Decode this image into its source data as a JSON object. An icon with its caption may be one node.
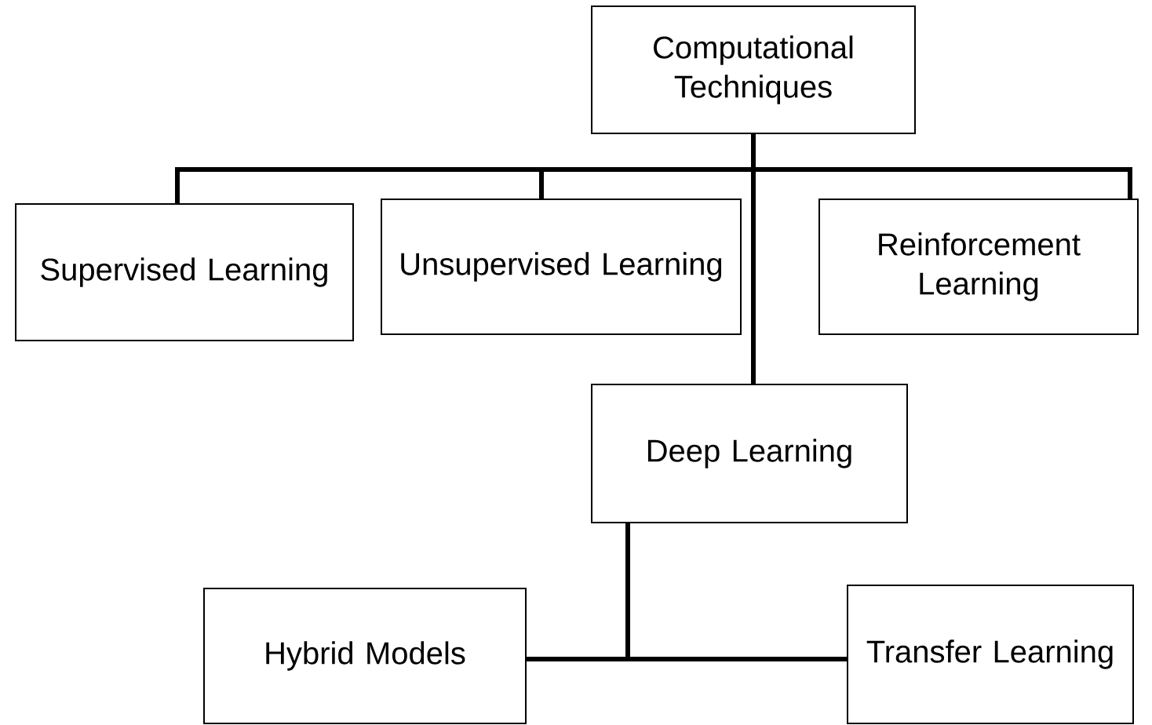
{
  "diagram": {
    "nodes": [
      {
        "text": [
          "Computational Techniques"
        ]
      },
      {
        "text": [
          "Supervised Learning"
        ]
      },
      {
        "text": [
          "Unsupervised Learning"
        ]
      },
      {
        "text": [
          "Reinforcement Learning"
        ]
      },
      {
        "text": [
          "Deep Learning"
        ]
      },
      {
        "text": [
          "Hybrid Models"
        ]
      },
      {
        "text": [
          "Transfer Learning"
        ]
      }
    ],
    "edges": [
      {
        "from": 0,
        "to": 1,
        "arrow": "none"
      },
      {
        "from": 0,
        "to": 2,
        "arrow": "none"
      },
      {
        "from": 0,
        "to": 3,
        "arrow": "none"
      },
      {
        "from": 0,
        "to": 4,
        "arrow": "none"
      },
      {
        "from": 4,
        "to": 5,
        "arrow": "none"
      },
      {
        "from": 4,
        "to": 6,
        "arrow": "none"
      }
    ]
  }
}
